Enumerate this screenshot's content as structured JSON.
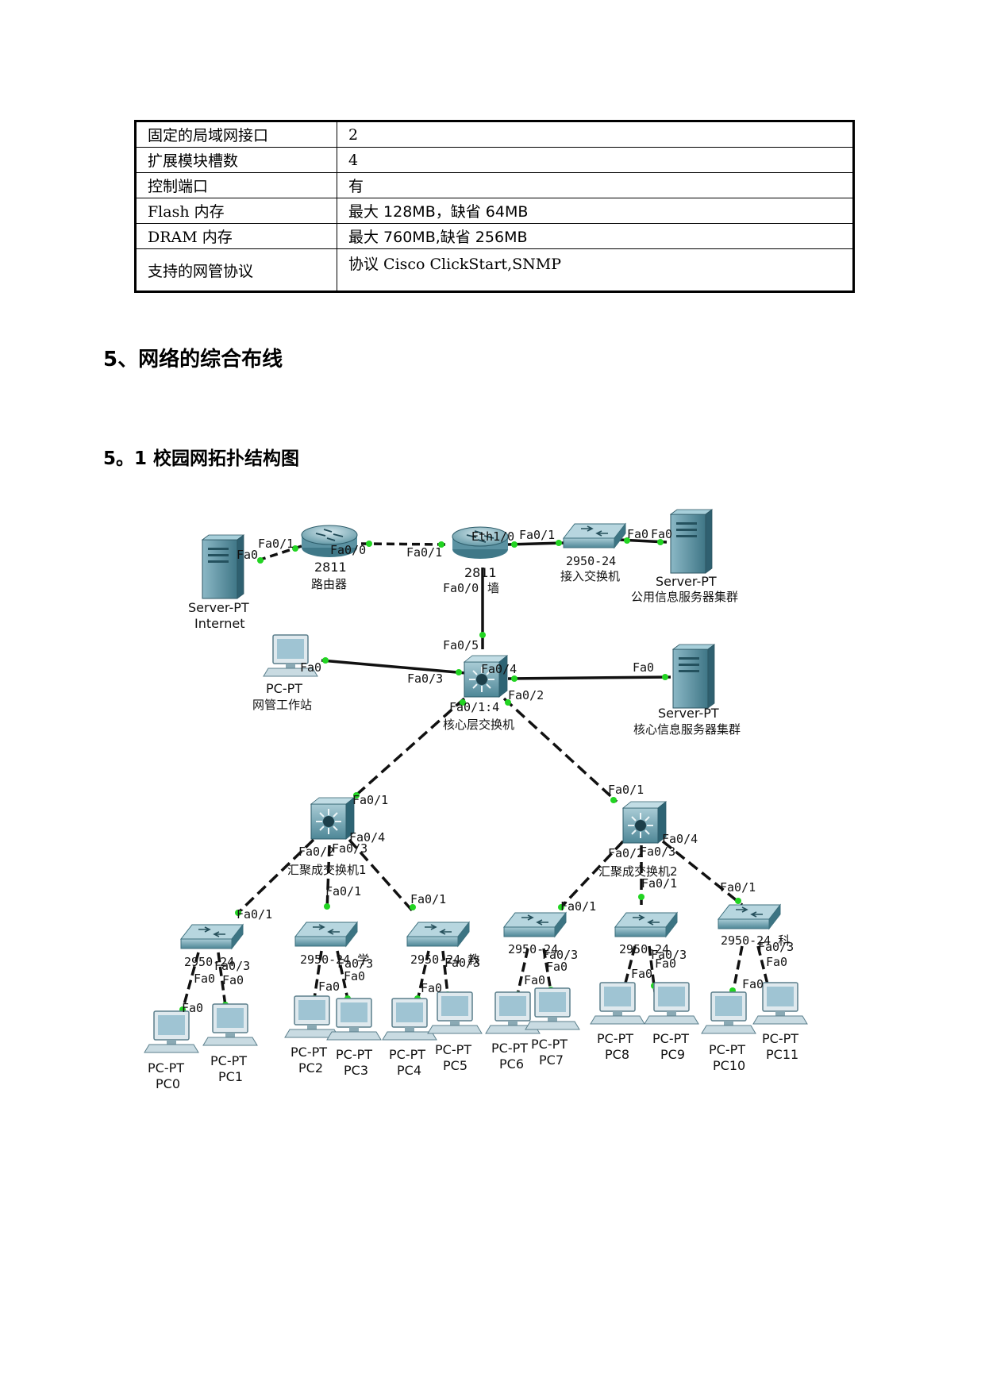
{
  "spec_table": [
    {
      "key": "固定的局域网接口",
      "value": "2"
    },
    {
      "key": "扩展模块槽数",
      "value": "4"
    },
    {
      "key": "控制端口",
      "value": "有"
    },
    {
      "key": "Flash 内存",
      "value": "最大 128MB，缺省 64MB"
    },
    {
      "key": "DRAM 内存",
      "value": "最大 760MB,缺省 256MB"
    },
    {
      "key": "支持的网管协议",
      "value": "协议 Cisco ClickStart,SNMP"
    }
  ],
  "heading_5": "5、网络的综合布线",
  "heading_5_1": "5。1 校园网拓扑结构图",
  "topology": {
    "devices": {
      "internet_server": {
        "model": "Server-PT",
        "name": "Internet"
      },
      "router": {
        "model": "2811",
        "name": "路由器"
      },
      "firewall": {
        "model": "2811",
        "name": "墙"
      },
      "access_switch": {
        "model": "2950-24",
        "name": "接入交换机"
      },
      "public_server": {
        "model": "Server-PT",
        "name": "公用信息服务器集群"
      },
      "admin_pc": {
        "model": "PC-PT",
        "name": "网管工作站"
      },
      "core_switch": {
        "model": "",
        "name": "核心层交换机"
      },
      "core_server": {
        "model": "Server-PT",
        "name": "核心信息服务器集群"
      },
      "agg1": {
        "name": "汇聚成交换机1"
      },
      "agg2": {
        "name": "汇聚成交换机2"
      }
    },
    "ports": {
      "fa0": "Fa0",
      "fa0_0": "Fa0/0",
      "fa0_1": "Fa0/1",
      "fa0_2": "Fa0/2",
      "fa0_3": "Fa0/3",
      "fa0_4": "Fa0/4",
      "fa0_5": "Fa0/5",
      "eth1_0": "Eth1/0",
      "fa0_1_4": "Fa0/1:4"
    },
    "edge_switch_model": "2950-24",
    "edge_switches": [
      {
        "label": "2950-24"
      },
      {
        "label": "2950-24 学"
      },
      {
        "label": "2950-24 教"
      },
      {
        "label": "2950-24"
      },
      {
        "label": "2950-24"
      },
      {
        "label": "2950-24 科"
      }
    ],
    "pcs": [
      {
        "model": "PC-PT",
        "name": "PC0"
      },
      {
        "model": "PC-PT",
        "name": "PC1"
      },
      {
        "model": "PC-PT",
        "name": "PC2"
      },
      {
        "model": "PC-PT",
        "name": "PC3"
      },
      {
        "model": "PC-PT",
        "name": "PC4"
      },
      {
        "model": "PC-PT",
        "name": "PC5"
      },
      {
        "model": "PC-PT",
        "name": "PC6"
      },
      {
        "model": "PC-PT",
        "name": "PC7"
      },
      {
        "model": "PC-PT",
        "name": "PC8"
      },
      {
        "model": "PC-PT",
        "name": "PC9"
      },
      {
        "model": "PC-PT",
        "name": "PC10"
      },
      {
        "model": "PC-PT",
        "name": "PC11"
      }
    ]
  }
}
